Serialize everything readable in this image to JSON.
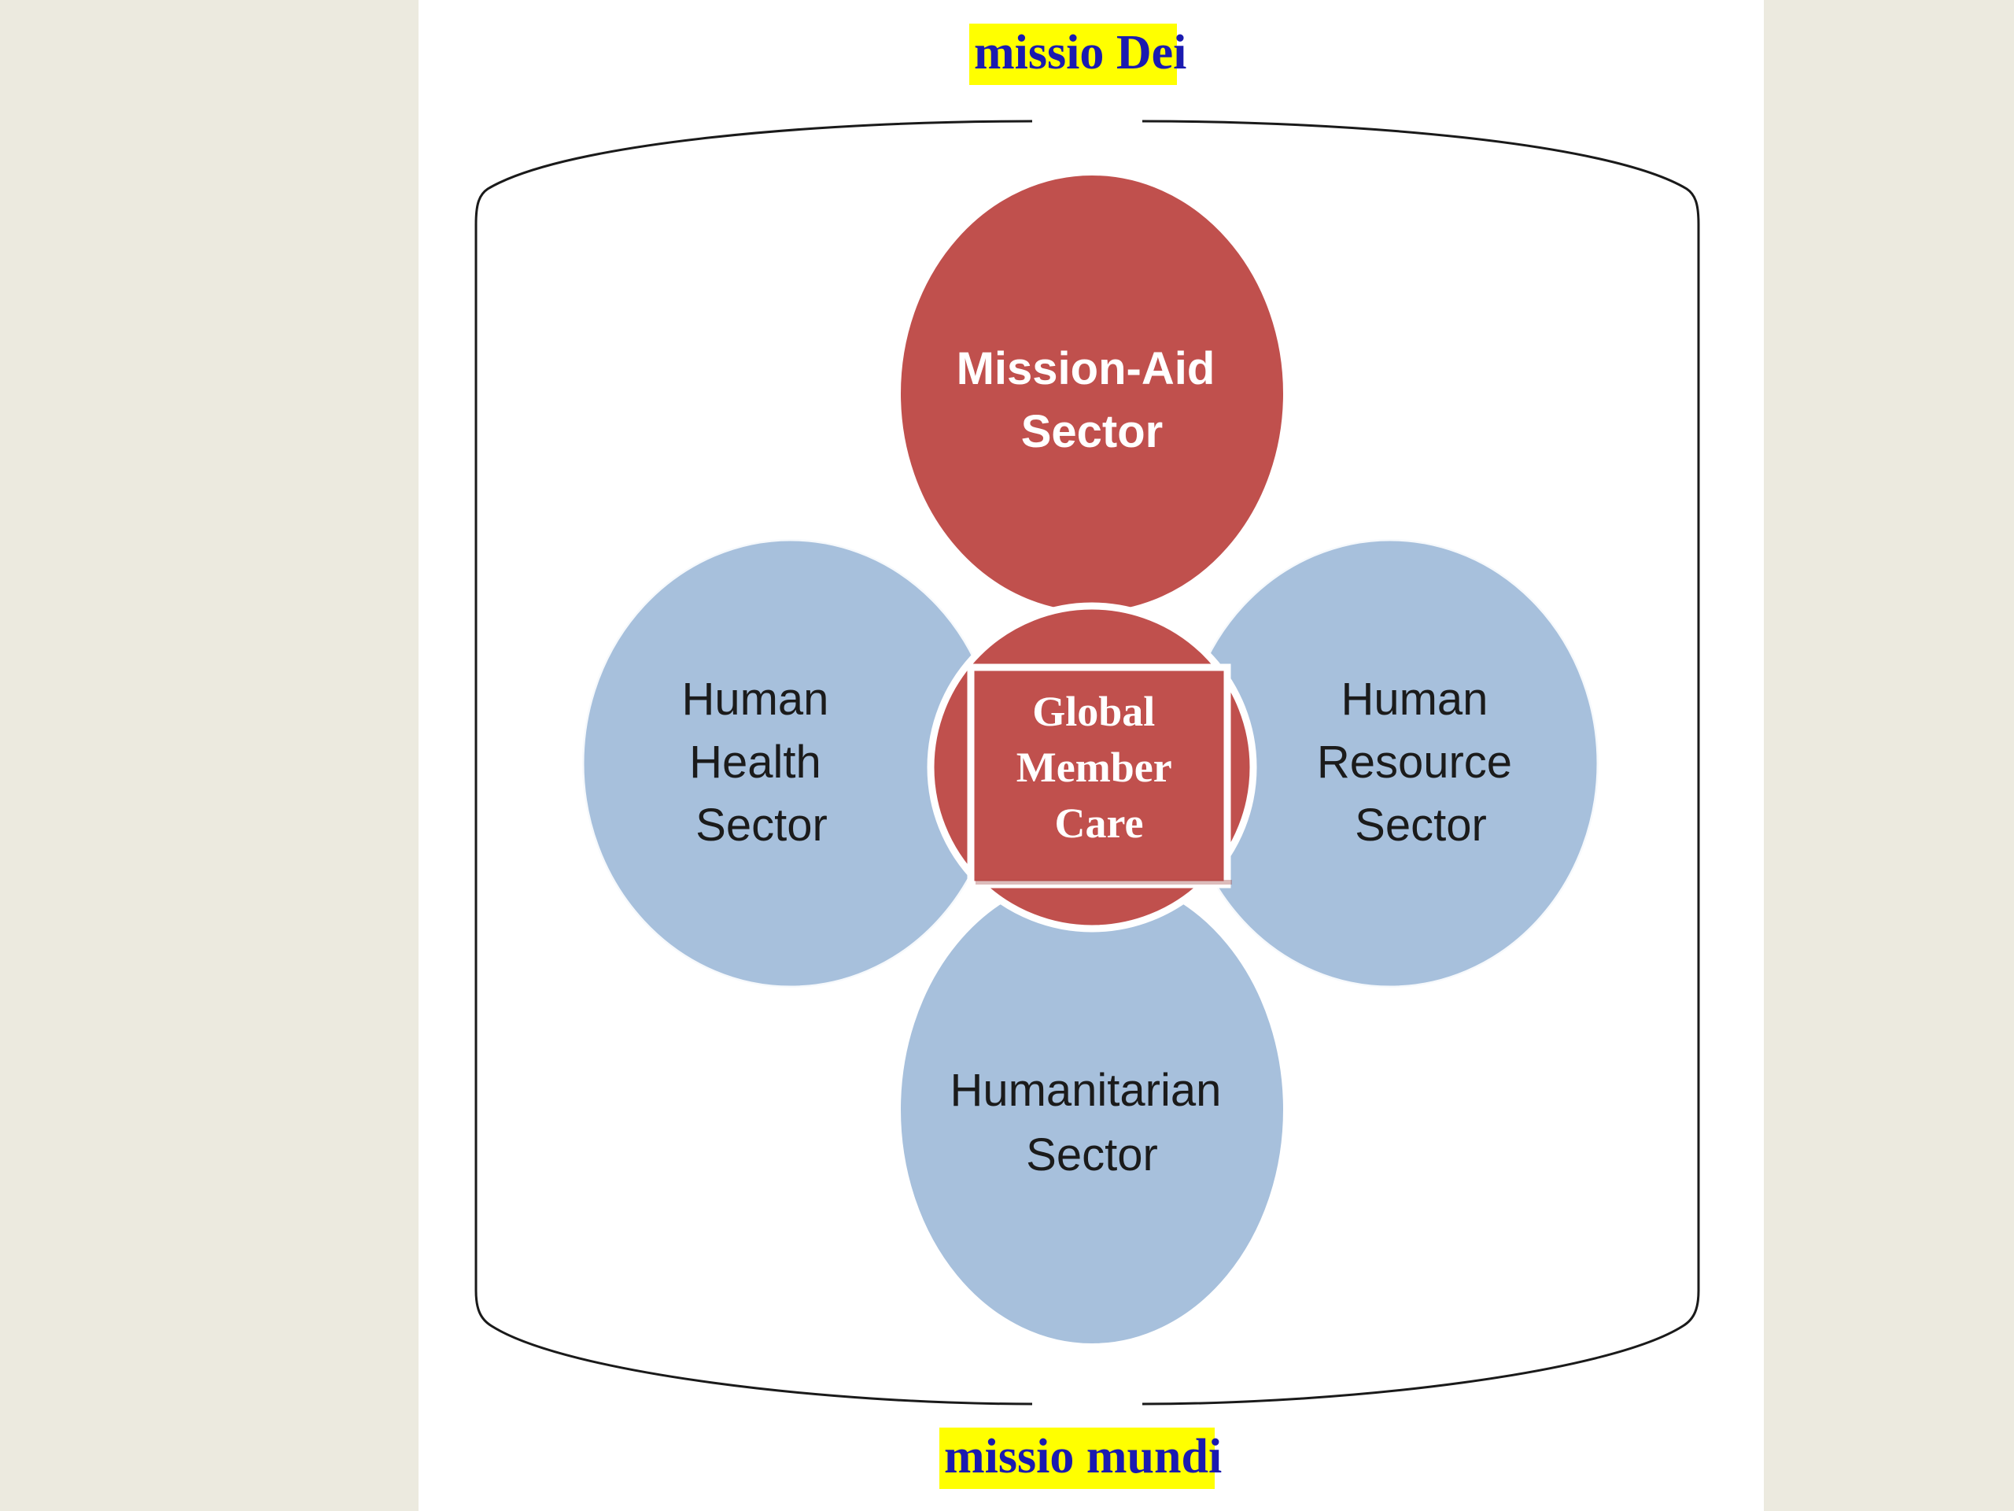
{
  "top_label": "missio Dei",
  "bottom_label": "missio mundi",
  "sectors": {
    "top": {
      "lines": [
        "Mission-Aid",
        "Sector"
      ]
    },
    "left": {
      "lines": [
        "Human",
        "Health",
        "Sector"
      ]
    },
    "right": {
      "lines": [
        "Human",
        "Resource",
        "Sector"
      ]
    },
    "bottom": {
      "lines": [
        "Humanitarian",
        "Sector"
      ]
    }
  },
  "center": {
    "lines": [
      "Global",
      "Member",
      "Care"
    ]
  },
  "colors": {
    "red": "#C0504D",
    "blue": "#A7C0DC",
    "overlap_purple": "#8A6A82",
    "overlap_blue": "#7EA3CC",
    "highlight": "#FFFF00",
    "highlight_text": "#1A1AB0"
  }
}
